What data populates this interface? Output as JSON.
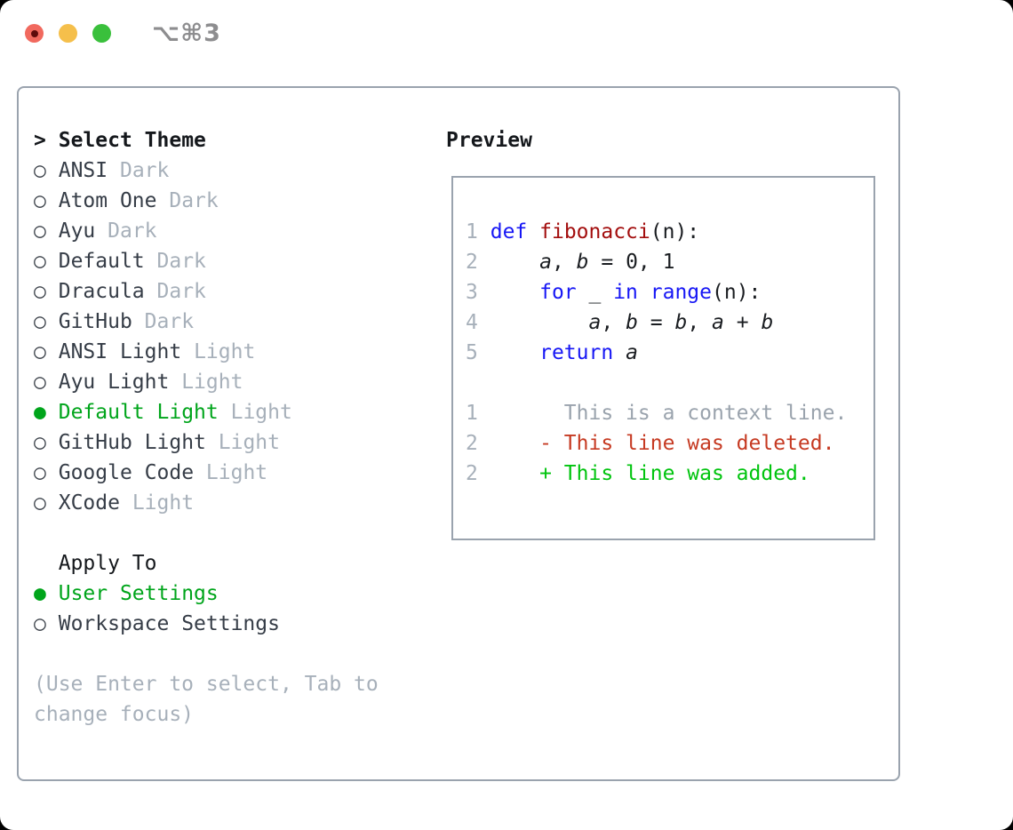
{
  "window": {
    "title": "⌥⌘3",
    "traffic_lights": [
      {
        "name": "close",
        "color": "#f1695e",
        "dot_color": "#5e0b0b"
      },
      {
        "name": "minimize",
        "color": "#f5bf4b"
      },
      {
        "name": "zoom",
        "color": "#3ac03c"
      }
    ]
  },
  "markers": {
    "selected": "●",
    "unselected": "○"
  },
  "theme_panel": {
    "prompt": ">",
    "title": "Select Theme",
    "items": [
      {
        "label": "ANSI",
        "tag": "Dark",
        "selected": false
      },
      {
        "label": "Atom One",
        "tag": "Dark",
        "selected": false
      },
      {
        "label": "Ayu",
        "tag": "Dark",
        "selected": false
      },
      {
        "label": "Default",
        "tag": "Dark",
        "selected": false
      },
      {
        "label": "Dracula",
        "tag": "Dark",
        "selected": false
      },
      {
        "label": "GitHub",
        "tag": "Dark",
        "selected": false
      },
      {
        "label": "ANSI Light",
        "tag": "Light",
        "selected": false
      },
      {
        "label": "Ayu Light",
        "tag": "Light",
        "selected": false
      },
      {
        "label": "Default Light",
        "tag": "Light",
        "selected": true
      },
      {
        "label": "GitHub Light",
        "tag": "Light",
        "selected": false
      },
      {
        "label": "Google Code",
        "tag": "Light",
        "selected": false
      },
      {
        "label": "XCode",
        "tag": "Light",
        "selected": false
      }
    ]
  },
  "apply_to": {
    "title": "Apply To",
    "options": [
      {
        "label": "User Settings",
        "selected": true
      },
      {
        "label": "Workspace Settings",
        "selected": false
      }
    ]
  },
  "help_text": "(Use Enter to select, Tab to change focus)",
  "preview": {
    "title": "Preview",
    "lines": [
      {
        "num": "1",
        "segments": [
          {
            "t": "def",
            "c": "kw"
          },
          {
            "t": " ",
            "c": "txt"
          },
          {
            "t": "fibonacci",
            "c": "fn"
          },
          {
            "t": "(n):",
            "c": "txt"
          }
        ]
      },
      {
        "num": "2",
        "segments": [
          {
            "t": "    ",
            "c": "txt"
          },
          {
            "t": "a",
            "c": "var"
          },
          {
            "t": ", ",
            "c": "txt"
          },
          {
            "t": "b",
            "c": "var"
          },
          {
            "t": " = 0, 1",
            "c": "txt"
          }
        ]
      },
      {
        "num": "3",
        "segments": [
          {
            "t": "    ",
            "c": "txt"
          },
          {
            "t": "for",
            "c": "kw"
          },
          {
            "t": " _ ",
            "c": "txt"
          },
          {
            "t": "in",
            "c": "kw"
          },
          {
            "t": " ",
            "c": "txt"
          },
          {
            "t": "range",
            "c": "kw"
          },
          {
            "t": "(n):",
            "c": "txt"
          }
        ]
      },
      {
        "num": "4",
        "segments": [
          {
            "t": "        ",
            "c": "txt"
          },
          {
            "t": "a",
            "c": "var"
          },
          {
            "t": ", ",
            "c": "txt"
          },
          {
            "t": "b",
            "c": "var"
          },
          {
            "t": " = ",
            "c": "txt"
          },
          {
            "t": "b",
            "c": "var"
          },
          {
            "t": ", ",
            "c": "txt"
          },
          {
            "t": "a",
            "c": "var"
          },
          {
            "t": " + ",
            "c": "txt"
          },
          {
            "t": "b",
            "c": "var"
          }
        ]
      },
      {
        "num": "5",
        "segments": [
          {
            "t": "    ",
            "c": "txt"
          },
          {
            "t": "return",
            "c": "kw"
          },
          {
            "t": " ",
            "c": "txt"
          },
          {
            "t": "a",
            "c": "var"
          }
        ]
      },
      {
        "num": "",
        "segments": []
      },
      {
        "num": "1",
        "segments": [
          {
            "t": "      This is a context line.",
            "c": "ctx"
          }
        ]
      },
      {
        "num": "2",
        "segments": [
          {
            "t": "    - This line was deleted.",
            "c": "del"
          }
        ]
      },
      {
        "num": "2",
        "segments": [
          {
            "t": "    + This line was added.",
            "c": "add"
          }
        ]
      }
    ]
  },
  "colors": {
    "accent_green": "#00a51b",
    "added_green": "#00c40e",
    "deleted_red": "#c63a22",
    "keyword_blue": "#1717f5",
    "function_red": "#a30e0e",
    "muted_gray": "#a7b0ba",
    "context_gray": "#9aa3ad",
    "border_gray": "#9aa3ae",
    "item_text": "#363d47",
    "header_text": "#15181c"
  }
}
